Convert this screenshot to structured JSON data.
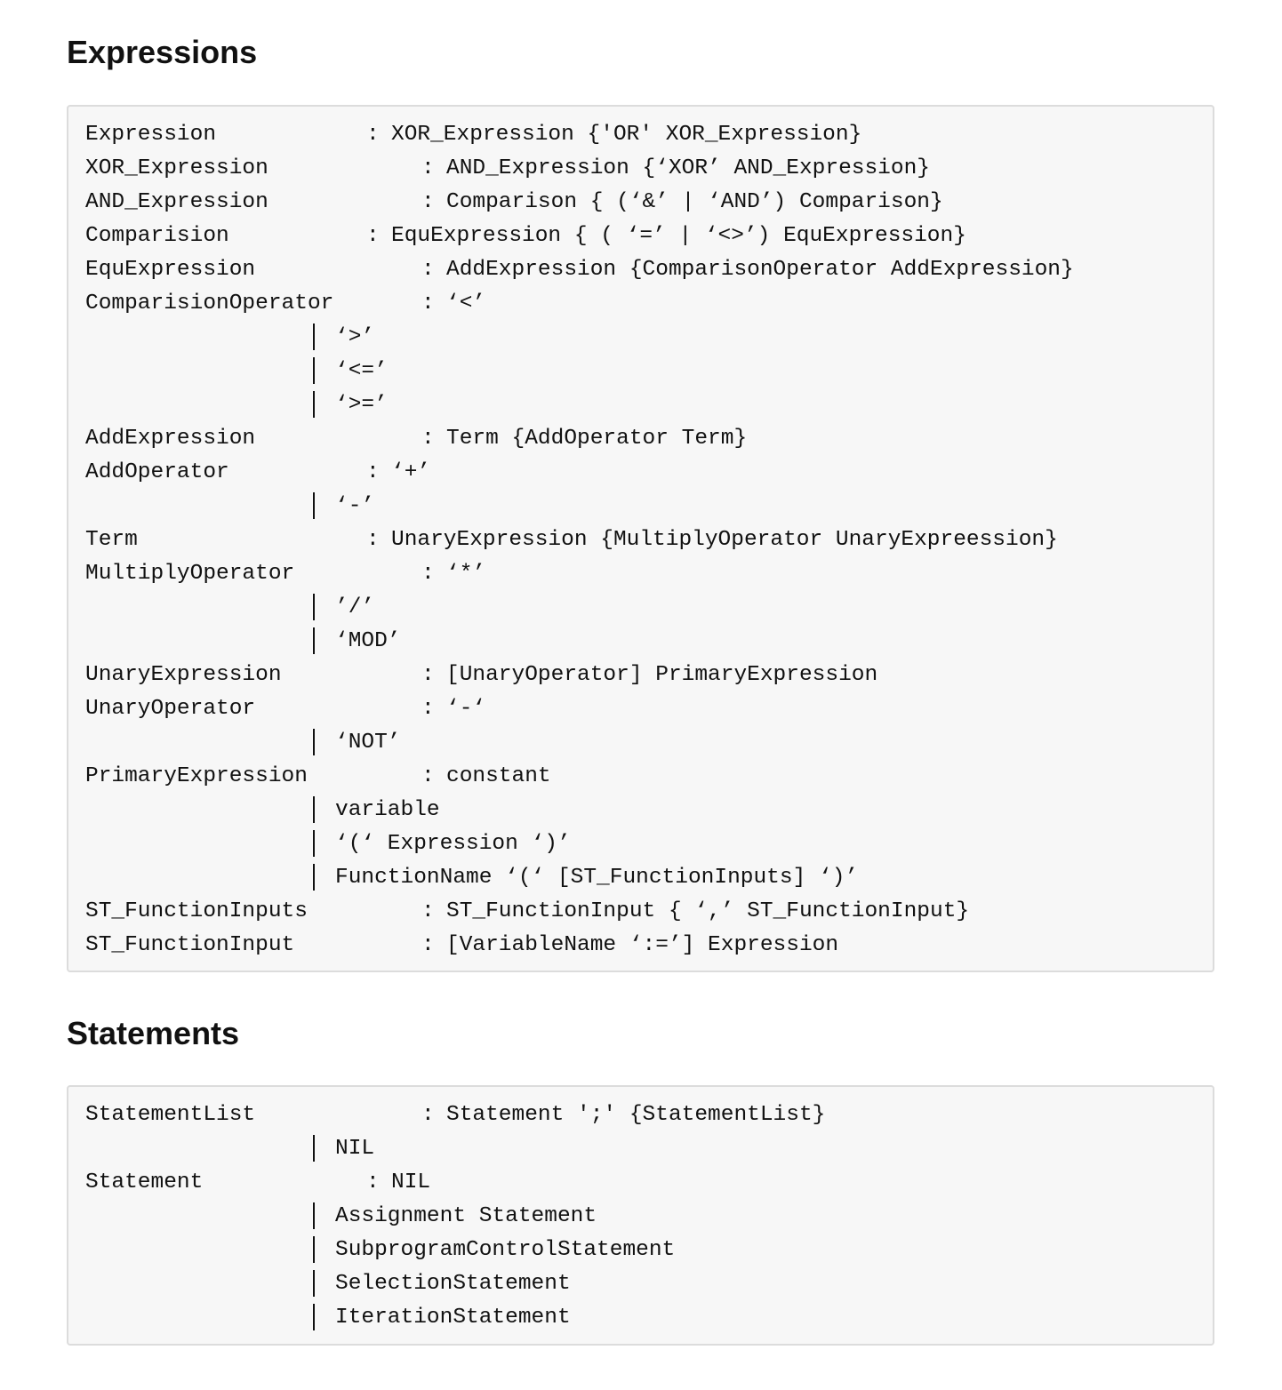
{
  "sections": [
    {
      "heading": "Expressions",
      "lines": [
        {
          "name": "Expression",
          "sep": ":",
          "rule": "XOR_Expression {'OR' XOR_Expression}",
          "col": "A"
        },
        {
          "name": "XOR_Expression",
          "sep": ":",
          "rule": "AND_Expression {‘XOR’ AND_Expression}",
          "col": "B"
        },
        {
          "name": "AND_Expression",
          "sep": ":",
          "rule": "Comparison { (‘&’ | ‘AND’) Comparison}",
          "col": "B"
        },
        {
          "name": "Comparision",
          "sep": ":",
          "rule": "EquExpression { ( ‘=’ | ‘<>’) EquExpression}",
          "col": "A"
        },
        {
          "name": "EquExpression",
          "sep": ":",
          "rule": "AddExpression {ComparisonOperator AddExpression}",
          "col": "B"
        },
        {
          "name": "ComparisionOperator",
          "sep": ":",
          "rule": "‘<’",
          "col": "B"
        },
        {
          "name": "",
          "sep": "|",
          "rule": "‘>’",
          "col": "ALT"
        },
        {
          "name": "",
          "sep": "|",
          "rule": "‘<=’",
          "col": "ALT"
        },
        {
          "name": "",
          "sep": "|",
          "rule": "‘>=’",
          "col": "ALT"
        },
        {
          "name": "AddExpression",
          "sep": ":",
          "rule": "Term {AddOperator Term}",
          "col": "B"
        },
        {
          "name": "AddOperator",
          "sep": ":",
          "rule": "‘+’",
          "col": "A"
        },
        {
          "name": "",
          "sep": "|",
          "rule": "‘-’",
          "col": "ALT"
        },
        {
          "name": "Term",
          "sep": ":",
          "rule": "UnaryExpression {MultiplyOperator UnaryExpreession}",
          "col": "A"
        },
        {
          "name": "MultiplyOperator",
          "sep": ":",
          "rule": "‘*’",
          "col": "B"
        },
        {
          "name": "",
          "sep": "|",
          "rule": "’/’",
          "col": "ALT"
        },
        {
          "name": "",
          "sep": "|",
          "rule": "‘MOD’",
          "col": "ALT"
        },
        {
          "name": "UnaryExpression",
          "sep": ":",
          "rule": "[UnaryOperator] PrimaryExpression",
          "col": "B"
        },
        {
          "name": "UnaryOperator",
          "sep": ":",
          "rule": "‘-‘",
          "col": "B"
        },
        {
          "name": "",
          "sep": "|",
          "rule": "‘NOT’",
          "col": "ALT"
        },
        {
          "name": "PrimaryExpression",
          "sep": ":",
          "rule": "constant",
          "col": "B"
        },
        {
          "name": "",
          "sep": "|",
          "rule": "variable",
          "col": "ALT"
        },
        {
          "name": "",
          "sep": "|",
          "rule": "‘(‘ Expression ‘)’",
          "col": "ALT"
        },
        {
          "name": "",
          "sep": "|",
          "rule": "FunctionName ‘(‘ [ST_FunctionInputs] ‘)’",
          "col": "ALT"
        },
        {
          "name": "ST_FunctionInputs",
          "sep": ":",
          "rule": "ST_FunctionInput { ‘,’ ST_FunctionInput}",
          "col": "B"
        },
        {
          "name": "ST_FunctionInput",
          "sep": ":",
          "rule": "[VariableName ‘:=’] Expression",
          "col": "B"
        }
      ]
    },
    {
      "heading": "Statements",
      "lines": [
        {
          "name": "StatementList",
          "sep": ":",
          "rule": "Statement ';' {StatementList}",
          "col": "B"
        },
        {
          "name": "",
          "sep": "|",
          "rule": "NIL",
          "col": "ALT"
        },
        {
          "name": "Statement",
          "sep": ":",
          "rule": "NIL",
          "col": "A"
        },
        {
          "name": "",
          "sep": "|",
          "rule": "Assignment Statement",
          "col": "ALT"
        },
        {
          "name": "",
          "sep": "|",
          "rule": "SubprogramControlStatement",
          "col": "ALT"
        },
        {
          "name": "",
          "sep": "|",
          "rule": "SelectionStatement",
          "col": "ALT"
        },
        {
          "name": "",
          "sep": "|",
          "rule": "IterationStatement",
          "col": "ALT"
        }
      ]
    }
  ]
}
